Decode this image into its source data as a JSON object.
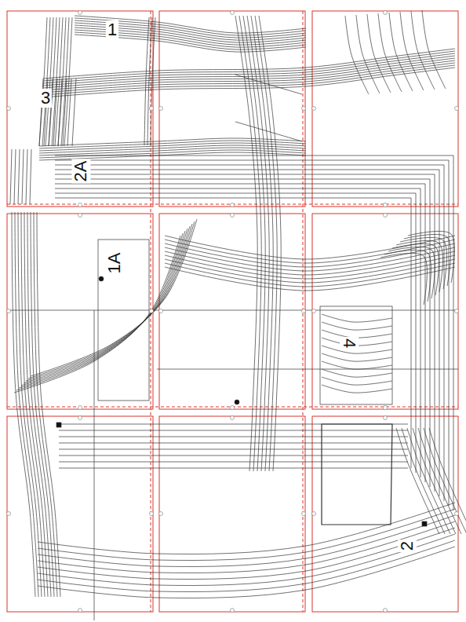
{
  "diagram": {
    "labels": [
      "1",
      "3",
      "2A",
      "1A",
      "4",
      "2"
    ]
  }
}
